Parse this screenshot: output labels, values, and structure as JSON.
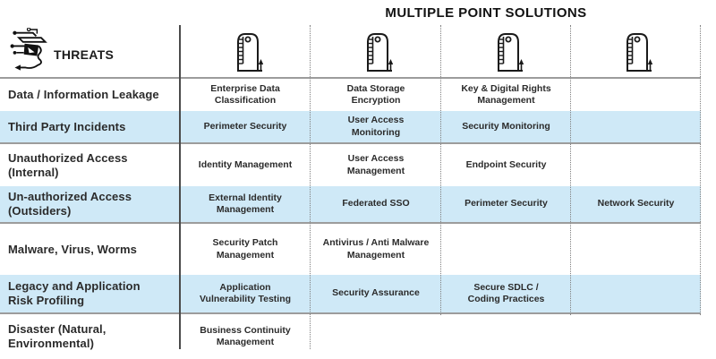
{
  "title": "MULTIPLE POINT SOLUTIONS",
  "threats_header": {
    "label": "THREATS",
    "icon": "threat-actor-icon"
  },
  "solution_columns": [
    {
      "icon": "silo-tower-icon"
    },
    {
      "icon": "silo-tower-icon"
    },
    {
      "icon": "silo-tower-icon"
    },
    {
      "icon": "silo-tower-icon"
    }
  ],
  "rows": [
    {
      "threat": "Data / Information Leakage",
      "highlighted": false,
      "solutions": [
        "Enterprise Data\nClassification",
        "Data Storage\nEncryption",
        "Key & Digital Rights\nManagement",
        ""
      ]
    },
    {
      "threat": "Third Party Incidents",
      "highlighted": true,
      "solutions": [
        "Perimeter Security",
        "User Access\nMonitoring",
        "Security Monitoring",
        ""
      ]
    },
    {
      "threat": "Unauthorized Access\n(Internal)",
      "highlighted": false,
      "solutions": [
        "Identity Management",
        "User Access\nManagement",
        "Endpoint Security",
        ""
      ]
    },
    {
      "threat": "Un-authorized Access\n(Outsiders)",
      "highlighted": true,
      "solutions": [
        "External Identity\nManagement",
        "Federated SSO",
        "Perimeter Security",
        "Network Security"
      ]
    },
    {
      "threat": "Malware, Virus, Worms",
      "highlighted": false,
      "solutions": [
        "Security Patch\nManagement",
        "Antivirus /  Anti Malware\nManagement",
        "",
        ""
      ]
    },
    {
      "threat": "Legacy and Application\nRisk Profiling",
      "highlighted": true,
      "solutions": [
        "Application\nVulnerability Testing",
        "Security Assurance",
        "Secure SDLC /\nCoding Practices",
        ""
      ]
    },
    {
      "threat": "Disaster (Natural,\nEnvironmental)",
      "highlighted": false,
      "solutions": [
        "Business Continuity\nManagement",
        "",
        "",
        ""
      ]
    }
  ],
  "colors": {
    "highlight_row": "#cfe9f7",
    "grid_line": "#9c9c9c",
    "solid_divider": "#4b4b4b",
    "dotted_divider": "#7f7f7f",
    "text": "#2b2b2b"
  }
}
